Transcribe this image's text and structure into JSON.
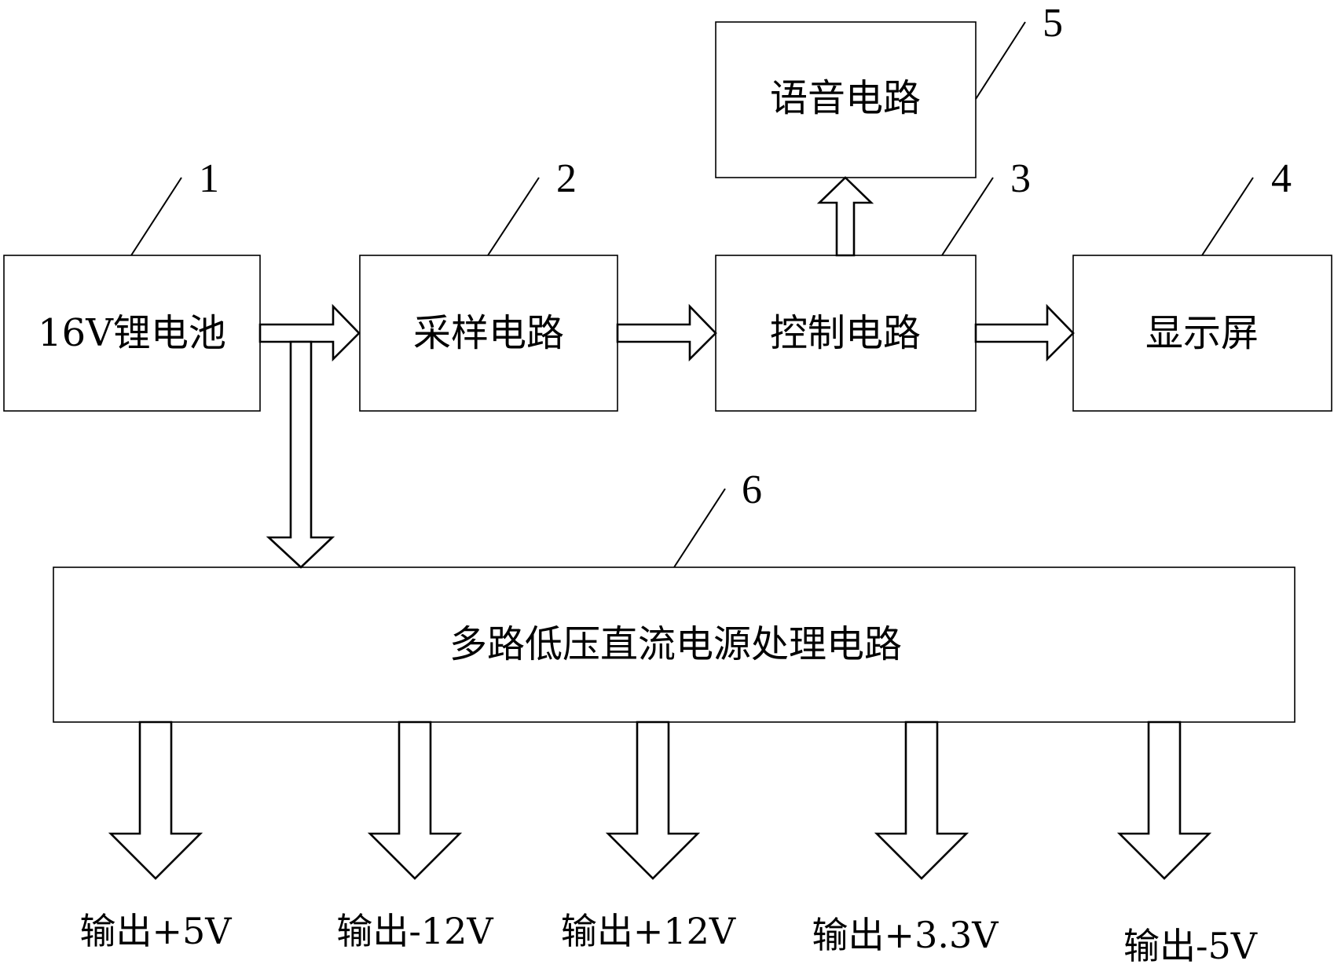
{
  "diagram": {
    "blocks": [
      {
        "id": "1",
        "label": "16V锂电池"
      },
      {
        "id": "2",
        "label": "采样电路"
      },
      {
        "id": "3",
        "label": "控制电路"
      },
      {
        "id": "4",
        "label": "显示屏"
      },
      {
        "id": "5",
        "label": "语音电路"
      },
      {
        "id": "6",
        "label": "多路低压直流电源处理电路"
      }
    ],
    "connections": [
      {
        "from": "1",
        "to": "2"
      },
      {
        "from": "2",
        "to": "3"
      },
      {
        "from": "3",
        "to": "4"
      },
      {
        "from": "3",
        "to": "5"
      },
      {
        "from": "1",
        "to": "6"
      }
    ],
    "outputs": [
      {
        "label": "输出+5V"
      },
      {
        "label": "输出-12V"
      },
      {
        "label": "输出+12V"
      },
      {
        "label": "输出+3.3V"
      },
      {
        "label": "输出-5V"
      }
    ]
  }
}
